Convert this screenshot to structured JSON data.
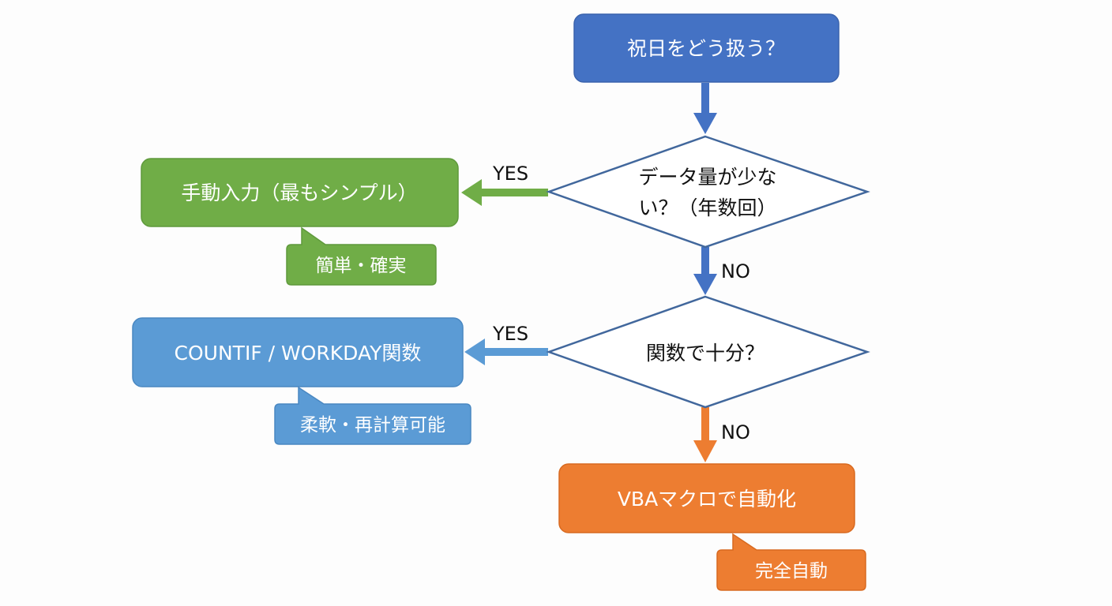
{
  "colors": {
    "blue_dark": "#4472c4",
    "blue_light": "#5b9bd5",
    "green": "#70ad47",
    "orange": "#ed7d31",
    "diamond_stroke": "#41679c",
    "text_dark": "#111111",
    "text_light": "#ffffff"
  },
  "start": {
    "label": "祝日をどう扱う？"
  },
  "decision1": {
    "line1": "データ量が少な",
    "line2": "い？（年数回）",
    "yes_label": "YES",
    "no_label": "NO"
  },
  "decision2": {
    "label": "関数で十分？",
    "yes_label": "YES",
    "no_label": "NO"
  },
  "result_manual": {
    "label": "手動入力（最もシンプル）",
    "note": "簡単・確実"
  },
  "result_function": {
    "label": "COUNTIF / WORKDAY関数",
    "note": "柔軟・再計算可能"
  },
  "result_vba": {
    "label": "VBAマクロで自動化",
    "note": "完全自動"
  }
}
